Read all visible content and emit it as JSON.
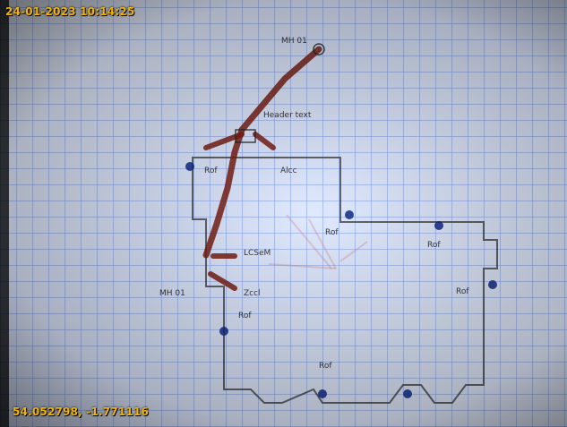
{
  "overlay": {
    "timestamp": "24-01-2023 10:14:25",
    "coordinates": "54.052798, -1.771116"
  },
  "sketch_labels": {
    "top_mh": "MH\n01",
    "top_header": "Header\ntext",
    "left_label_1": "Rof",
    "left_label_2": "Rof",
    "right_label_1": "Rof",
    "right_label_2": "Rof",
    "bottom_label_1": "Rof",
    "bottom_label_2": "Rof",
    "bottom_mh": "MH\n01",
    "label_a": "Alcc",
    "label_b": "LCSeM",
    "label_c": "Zccl"
  }
}
